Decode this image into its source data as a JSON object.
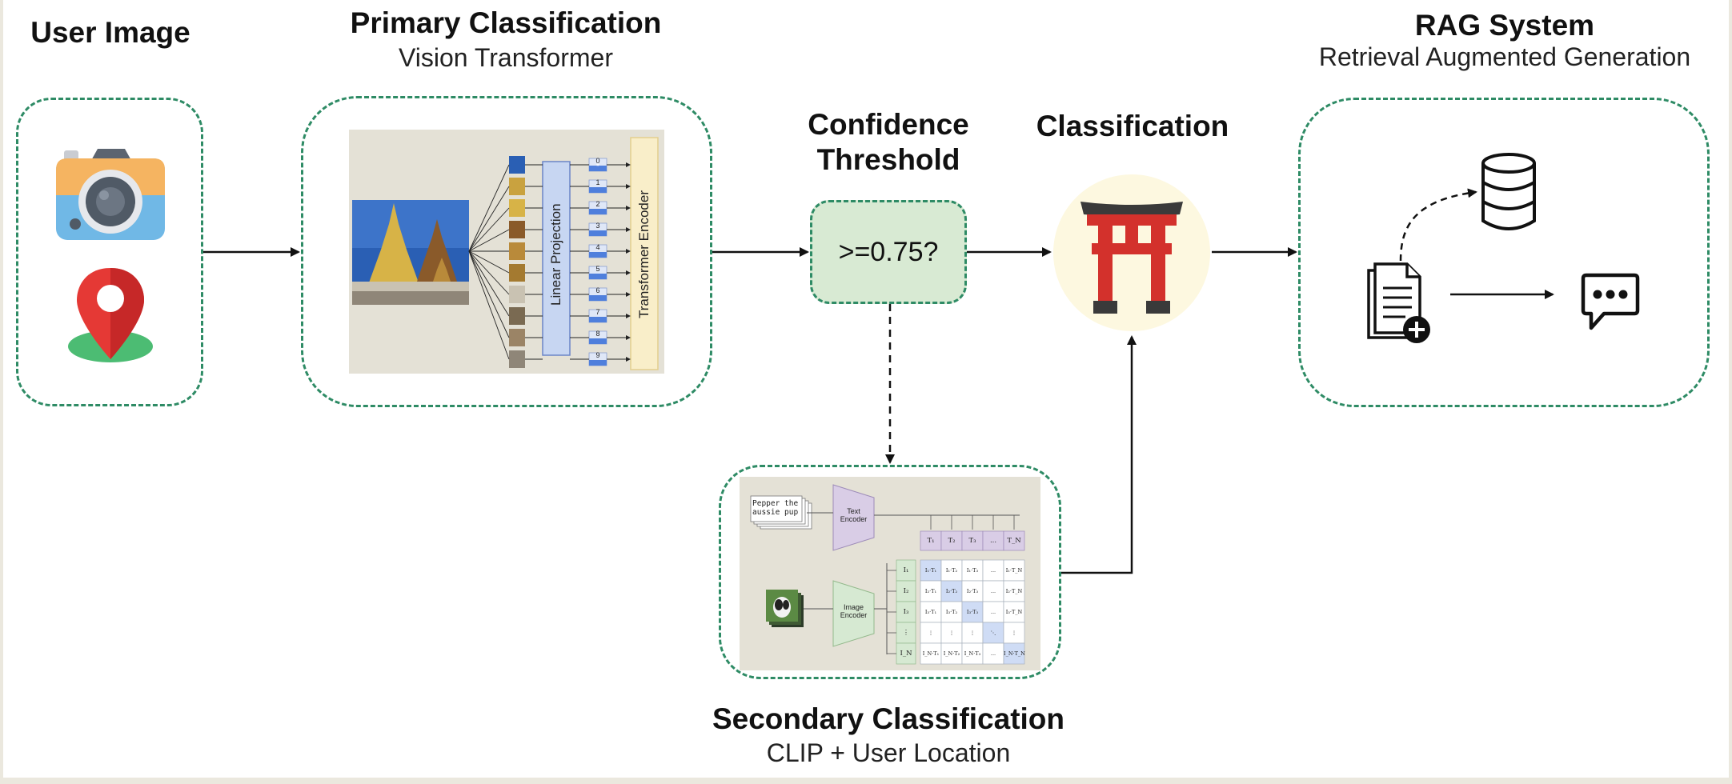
{
  "stages": {
    "user_image": {
      "title": "User Image"
    },
    "primary": {
      "title": "Primary Classification",
      "subtitle": "Vision Transformer",
      "figure": {
        "linear_projection": "Linear Projection",
        "transformer_encoder": "Transformer Encoder",
        "token_indices": [
          "0",
          "1",
          "2",
          "3",
          "4",
          "5",
          "6",
          "7",
          "8",
          "9"
        ],
        "cls_marker": "*"
      }
    },
    "threshold": {
      "title_line1": "Confidence",
      "title_line2": "Threshold",
      "condition": ">=0.75?"
    },
    "classification": {
      "title": "Classification"
    },
    "rag": {
      "title": "RAG System",
      "subtitle": "Retrieval Augmented Generation"
    },
    "secondary": {
      "title": "Secondary Classification",
      "subtitle": "CLIP + User Location",
      "figure": {
        "caption_line1": "Pepper the",
        "caption_line2": "aussie pup",
        "text_encoder_line1": "Text",
        "text_encoder_line2": "Encoder",
        "image_encoder_line1": "Image",
        "image_encoder_line2": "Encoder",
        "text_tokens": [
          "T₁",
          "T₂",
          "T₃",
          "...",
          "T_N"
        ],
        "image_tokens": [
          "I₁",
          "I₂",
          "I₃",
          "⋮",
          "I_N"
        ],
        "matrix": [
          [
            "I₁·T₁",
            "I₁·T₂",
            "I₁·T₃",
            "...",
            "I₁·T_N"
          ],
          [
            "I₂·T₁",
            "I₂·T₂",
            "I₂·T₃",
            "...",
            "I₂·T_N"
          ],
          [
            "I₃·T₁",
            "I₃·T₂",
            "I₃·T₃",
            "...",
            "I₃·T_N"
          ],
          [
            "⋮",
            "⋮",
            "⋮",
            "⋱",
            "⋮"
          ],
          [
            "I_N·T₁",
            "I_N·T₂",
            "I_N·T₃",
            "...",
            "I_N·T_N"
          ]
        ]
      }
    }
  },
  "icons": [
    "camera-icon",
    "location-pin-icon",
    "pagoda-photo",
    "torii-gate-icon",
    "database-icon",
    "document-add-icon",
    "chat-bubble-icon",
    "puppy-photo"
  ],
  "colors": {
    "accent_dashed": "#2e8b65",
    "threshold_fill": "#d8ead3",
    "torii": "#d3312c",
    "panel": "#e4e1d6"
  }
}
